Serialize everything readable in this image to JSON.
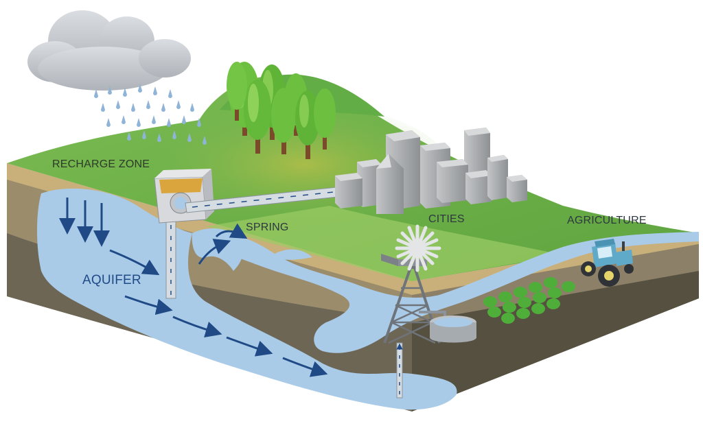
{
  "labels": {
    "recharge_zone": "RECHARGE ZONE",
    "spring": "SPRING",
    "cities": "CITIES",
    "agriculture": "AGRICULTURE",
    "aquifer": "AQUIFER"
  },
  "colors": {
    "grass": "#6fb34a",
    "grass_light": "#9ccc65",
    "hill": "#5aa640",
    "soil_top": "#c9b07a",
    "soil": "#8a7f66",
    "soil_dark": "#5f5a4a",
    "water": "#a9cbe8",
    "water_dark": "#1f4a86",
    "cloud": "#c7cbd0",
    "building": "#b6b8ba",
    "tractor": "#5fa9c9"
  },
  "icons": [
    "cloud-icon",
    "rain-icon",
    "tree-icon",
    "building-icon",
    "windmill-icon",
    "tractor-icon",
    "crop-icon",
    "well-pipe-icon",
    "tank-icon"
  ]
}
